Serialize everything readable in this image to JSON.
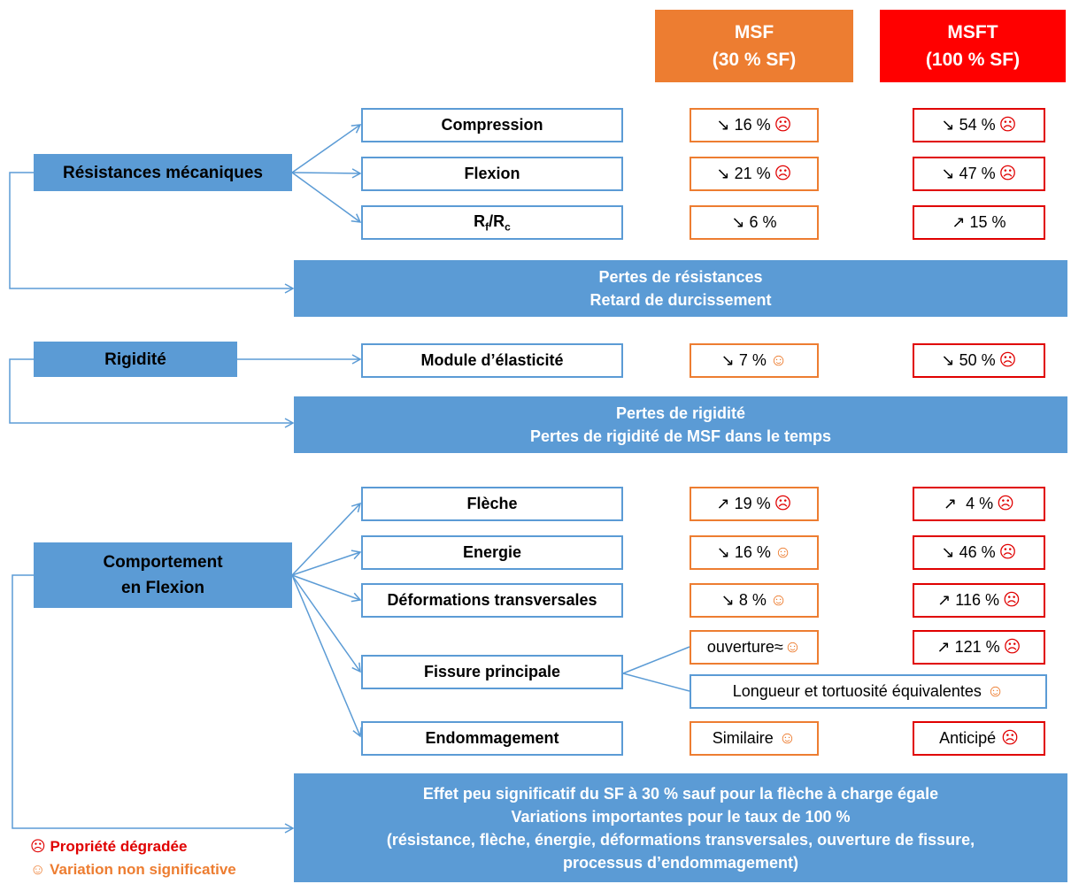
{
  "columns": {
    "msf": {
      "name": "MSF",
      "sub": "(30 % SF)",
      "color": "#ed7d31"
    },
    "msft": {
      "name": "MSFT",
      "sub": "(100 % SF)",
      "color": "#ff0000"
    }
  },
  "categories": {
    "resistances": "Résistances mécaniques",
    "rigidite": "Rigidité",
    "flexion_line1": "Comportement",
    "flexion_line2": "en Flexion"
  },
  "properties": {
    "compression": "Compression",
    "flexion": "Flexion",
    "rf": "R",
    "rf_sub": "f",
    "rc": "/R",
    "rc_sub": "c",
    "module": "Module d’élasticité",
    "fleche": "Flèche",
    "energie": "Energie",
    "deformations": "Déformations transversales",
    "fissure": "Fissure principale",
    "endommagement": "Endommagement"
  },
  "values": {
    "compression": {
      "msf": "↘ 16 %",
      "msft": "↘ 54 %"
    },
    "flexion": {
      "msf": "↘ 21 %",
      "msft": "↘ 47 %"
    },
    "rfrc": {
      "msf": "↘ 6 %",
      "msft": "↗ 15 %"
    },
    "module": {
      "msf": "↘ 7 %",
      "msft": "↘ 50 %"
    },
    "fleche": {
      "msf": "↗ 19 %",
      "msft": "↗  4 %"
    },
    "energie": {
      "msf": "↘ 16 %",
      "msft": "↘ 46 %"
    },
    "deformations": {
      "msf": "↘ 8 %",
      "msft": "↗ 116 %"
    },
    "ouverture": {
      "msf": "ouverture≈",
      "msft": "↗ 121 %"
    },
    "longueur": "Longueur et tortuosité équivalentes",
    "endommagement": {
      "msf": "Similaire",
      "msft": "Anticipé"
    }
  },
  "banners": {
    "resistances": [
      "Pertes de résistances",
      "Retard de durcissement"
    ],
    "rigidite": [
      "Pertes de rigidité",
      "Pertes de rigidité de MSF dans le temps"
    ],
    "flexion": [
      "Effet peu significatif du SF à 30 % sauf pour la flèche à charge égale",
      "Variations importantes pour le taux de 100 %",
      "(résistance, flèche, énergie, déformations transversales, ouverture de fissure,",
      "processus d’endommagement)"
    ]
  },
  "icons": {
    "sad": "☹",
    "neutral": "☺"
  },
  "legend": {
    "degraded": "Propriété dégradée",
    "degraded_color": "#e00000",
    "nonsignificant": "Variation non significative",
    "nonsignificant_color": "#ed7d31"
  }
}
